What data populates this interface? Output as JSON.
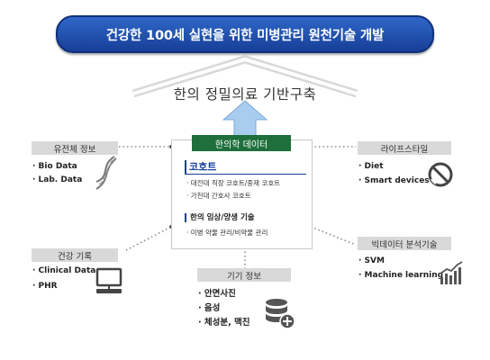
{
  "banner": {
    "title": "건강한 100세 실현을 위한 미병관리 원천기술 개발"
  },
  "roof": {
    "title": "한의 정밀의료 기반구축"
  },
  "center": {
    "header": "한의학 데이터",
    "cohort_title": "코호트",
    "cohort_items": [
      "· 대전대 직장 코호트/중재 코호트",
      "· 가천대 간호사 코호트"
    ],
    "tech_title": "한의 임상/양생 기술",
    "tech_items": [
      "· 미병 약물 관리/비약물 관리"
    ]
  },
  "nodes": {
    "genome": {
      "label": "유전체 정보",
      "items": [
        "· Bio Data",
        "· Lab. Data"
      ],
      "icon": "dna-icon"
    },
    "health": {
      "label": "건강 기록",
      "items": [
        "· Clinical Data",
        "· PHR"
      ],
      "icon": "computer-icon"
    },
    "device": {
      "label": "기기 정보",
      "items": [
        "· 안면사진",
        "· 음성",
        "· 체성분, 맥진"
      ],
      "icon": "database-icon"
    },
    "lifestyle": {
      "label": "라이프스타일",
      "items": [
        "· Diet",
        "· Smart devices"
      ],
      "icon": "satellite-icon"
    },
    "bigdata": {
      "label": "빅데이터 분석기술",
      "items": [
        "· SVM",
        "· Machine learning"
      ],
      "icon": "trend-chart-icon"
    }
  },
  "colors": {
    "banner": "#1f4fae",
    "header": "#1e6f3b",
    "arrow": "#9fc3e8",
    "label_bg": "#d9d9d9"
  }
}
